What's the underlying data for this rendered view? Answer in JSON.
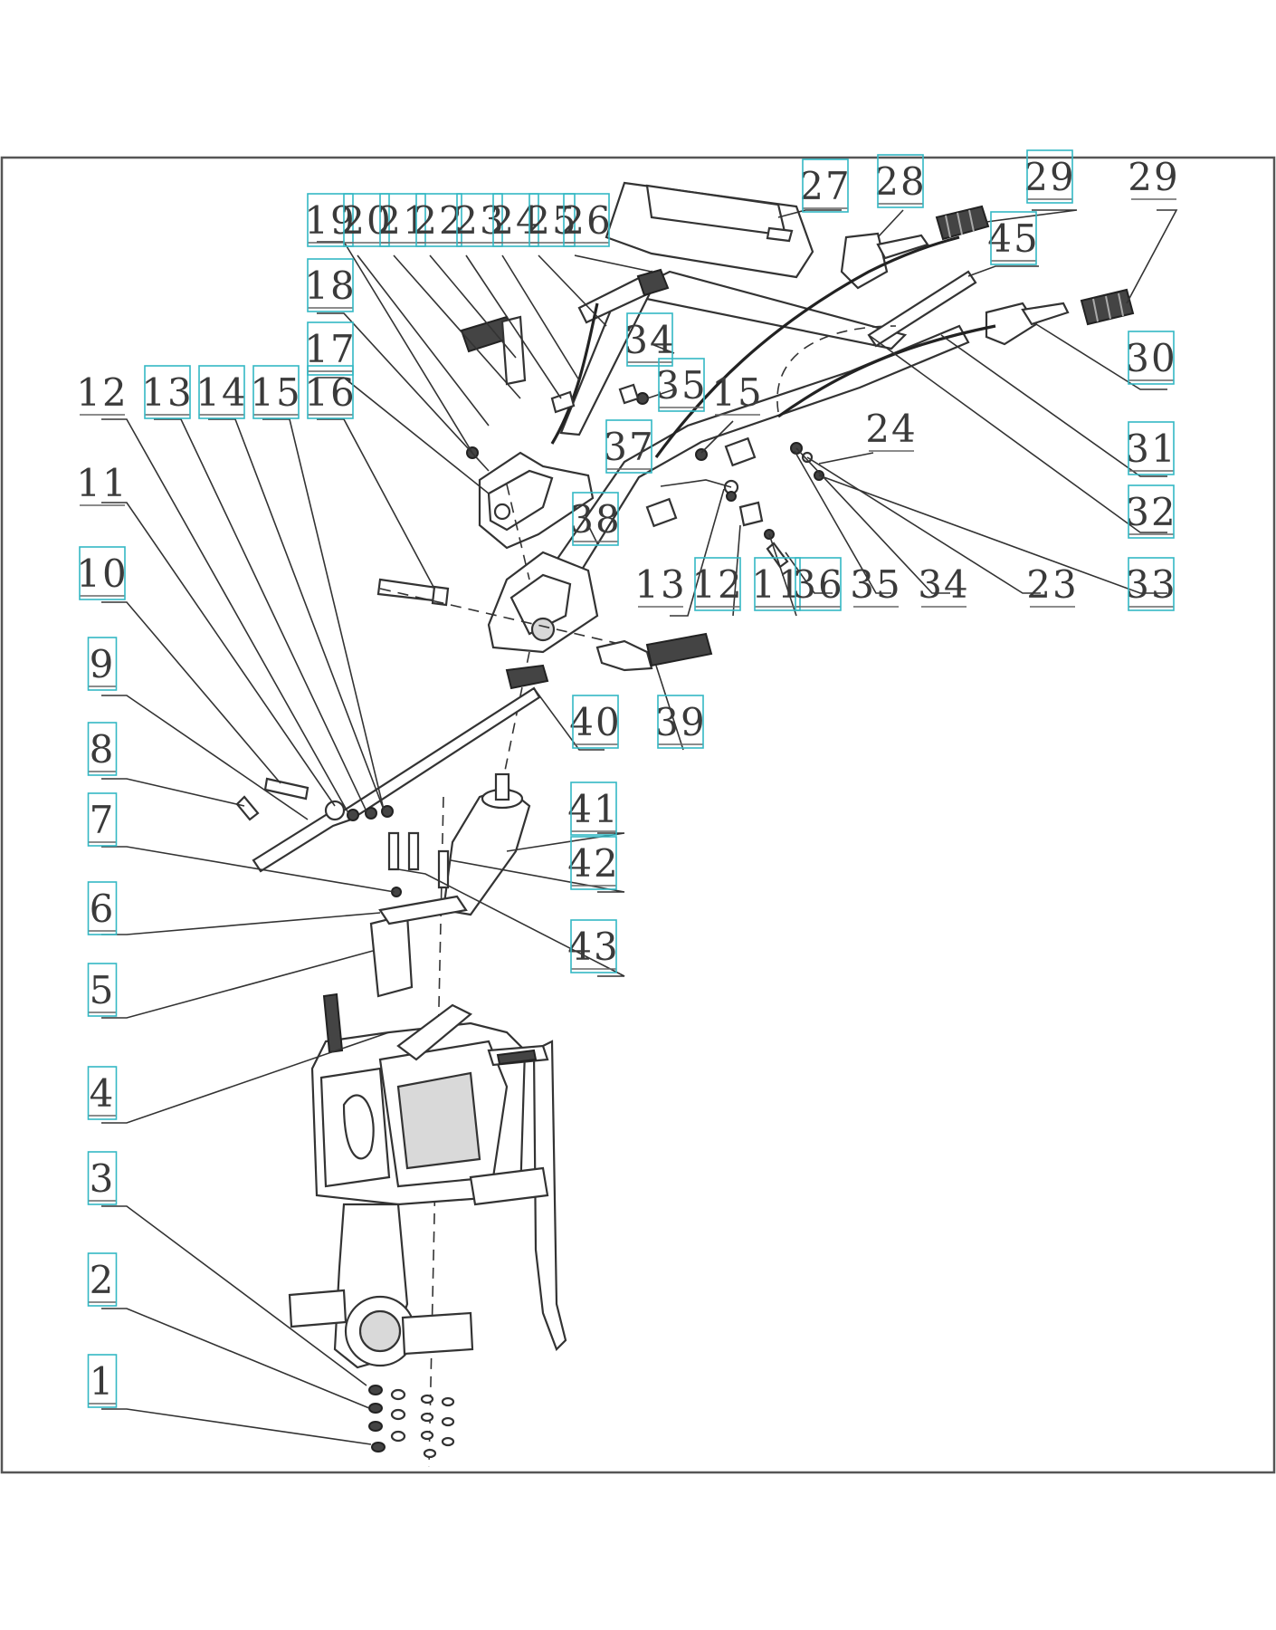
{
  "callouts": [
    {
      "id": "c1",
      "text": "1",
      "boxed": true
    },
    {
      "id": "c2",
      "text": "2",
      "boxed": true
    },
    {
      "id": "c3",
      "text": "3",
      "boxed": true
    },
    {
      "id": "c4",
      "text": "4",
      "boxed": true
    },
    {
      "id": "c5",
      "text": "5",
      "boxed": true
    },
    {
      "id": "c6",
      "text": "6",
      "boxed": true
    },
    {
      "id": "c7",
      "text": "7",
      "boxed": true
    },
    {
      "id": "c8",
      "text": "8",
      "boxed": true
    },
    {
      "id": "c9",
      "text": "9",
      "boxed": true
    },
    {
      "id": "c10",
      "text": "10",
      "boxed": true
    },
    {
      "id": "c11l",
      "text": "11",
      "boxed": false
    },
    {
      "id": "c12l",
      "text": "12",
      "boxed": false
    },
    {
      "id": "c13l",
      "text": "13",
      "boxed": true
    },
    {
      "id": "c14",
      "text": "14",
      "boxed": true
    },
    {
      "id": "c15l",
      "text": "15",
      "boxed": true
    },
    {
      "id": "c16",
      "text": "16",
      "boxed": true
    },
    {
      "id": "c17",
      "text": "17",
      "boxed": true
    },
    {
      "id": "c18",
      "text": "18",
      "boxed": true
    },
    {
      "id": "c19",
      "text": "19",
      "boxed": true
    },
    {
      "id": "c20",
      "text": "20",
      "boxed": true
    },
    {
      "id": "c21",
      "text": "21",
      "boxed": true
    },
    {
      "id": "c22",
      "text": "22",
      "boxed": true
    },
    {
      "id": "c23t",
      "text": "23",
      "boxed": true
    },
    {
      "id": "c24t",
      "text": "24",
      "boxed": true
    },
    {
      "id": "c25",
      "text": "25",
      "boxed": true
    },
    {
      "id": "c26",
      "text": "26",
      "boxed": true
    },
    {
      "id": "c27",
      "text": "27",
      "boxed": true
    },
    {
      "id": "c28",
      "text": "28",
      "boxed": true
    },
    {
      "id": "c29a",
      "text": "29",
      "boxed": true
    },
    {
      "id": "c29b",
      "text": "29",
      "boxed": false
    },
    {
      "id": "c45",
      "text": "45",
      "boxed": true
    },
    {
      "id": "c30",
      "text": "30",
      "boxed": true
    },
    {
      "id": "c31",
      "text": "31",
      "boxed": true
    },
    {
      "id": "c32",
      "text": "32",
      "boxed": true
    },
    {
      "id": "c33",
      "text": "33",
      "boxed": true
    },
    {
      "id": "c34t",
      "text": "34",
      "boxed": true
    },
    {
      "id": "c35t",
      "text": "35",
      "boxed": true
    },
    {
      "id": "c15r",
      "text": "15",
      "boxed": false
    },
    {
      "id": "c37",
      "text": "37",
      "boxed": true
    },
    {
      "id": "c24r",
      "text": "24",
      "boxed": false
    },
    {
      "id": "c38",
      "text": "38",
      "boxed": true
    },
    {
      "id": "c13r",
      "text": "13",
      "boxed": false
    },
    {
      "id": "c12r",
      "text": "12",
      "boxed": true
    },
    {
      "id": "c11r",
      "text": "11",
      "boxed": true
    },
    {
      "id": "c36",
      "text": "36",
      "boxed": true
    },
    {
      "id": "c35r",
      "text": "35",
      "boxed": false
    },
    {
      "id": "c34r",
      "text": "34",
      "boxed": false
    },
    {
      "id": "c23r",
      "text": "23",
      "boxed": false
    },
    {
      "id": "c40",
      "text": "40",
      "boxed": true
    },
    {
      "id": "c39",
      "text": "39",
      "boxed": true
    },
    {
      "id": "c41",
      "text": "41",
      "boxed": true
    },
    {
      "id": "c42",
      "text": "42",
      "boxed": true
    },
    {
      "id": "c43",
      "text": "43",
      "boxed": true
    }
  ],
  "colors": {
    "callout_box": "#34b8c4",
    "line": "#333333",
    "label": "#3a3a3a"
  }
}
